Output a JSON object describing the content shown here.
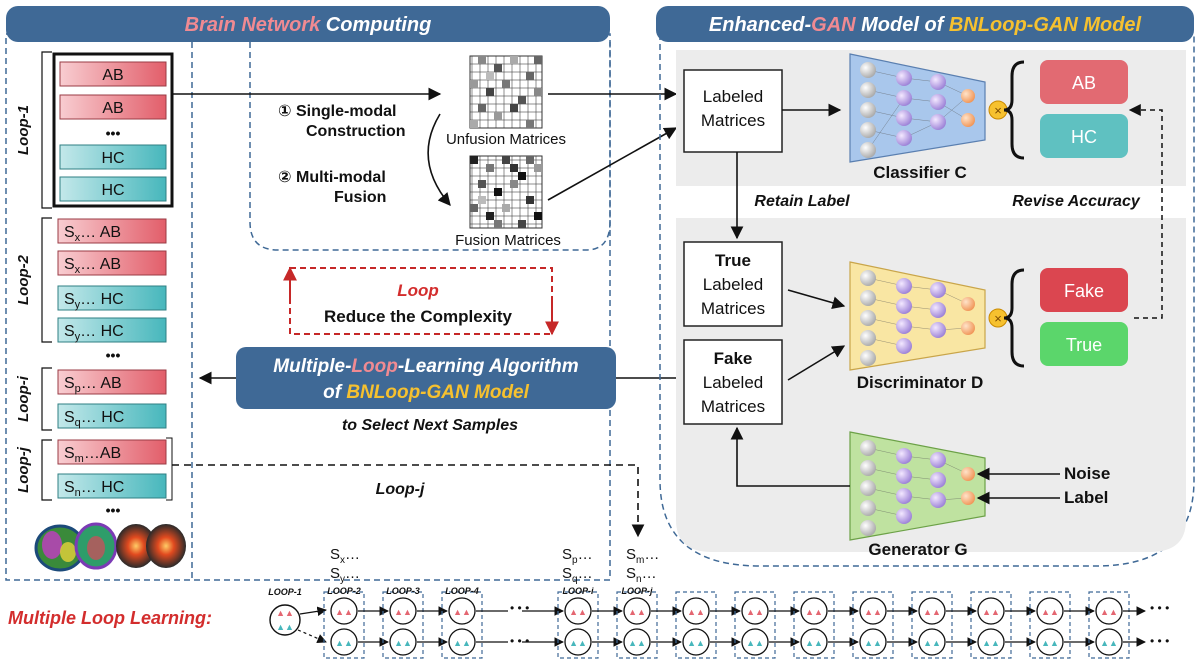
{
  "left_panel": {
    "title_part1": "Brain Network",
    "title_part2": " Computing",
    "loops": {
      "loop1": "Loop-1",
      "loop2": "Loop-2",
      "loopi": "Loop-i",
      "loopj": "Loop-j"
    },
    "samples": {
      "l1_ab1": "AB",
      "l1_ab2": "AB",
      "l1_hc1": "HC",
      "l1_hc2": "HC",
      "l2_sx1_prefix": "S",
      "l2_sx1_sub": "x",
      "l2_sx1_suffix": "… AB",
      "l2_sx2_prefix": "S",
      "l2_sx2_sub": "x",
      "l2_sx2_suffix": "… AB",
      "l2_sy1_prefix": "S",
      "l2_sy1_sub": "y",
      "l2_sy1_suffix": "… HC",
      "l2_sy2_prefix": "S",
      "l2_sy2_sub": "y",
      "l2_sy2_suffix": "… HC",
      "li_sp_prefix": "S",
      "li_sp_sub": "p",
      "li_sp_suffix": "… AB",
      "li_sq_prefix": "S",
      "li_sq_sub": "q",
      "li_sq_suffix": "… HC",
      "lj_sm_prefix": "S",
      "lj_sm_sub": "m",
      "lj_sm_suffix": "…AB",
      "lj_sn_prefix": "S",
      "lj_sn_sub": "n",
      "lj_sn_suffix": "… HC"
    },
    "ellipsis": "•••"
  },
  "construction": {
    "step1_line1": "① Single-modal",
    "step1_line2": "Construction",
    "step2_line1": "② Multi-modal",
    "step2_line2": "Fusion",
    "unfusion_label": "Unfusion Matrices",
    "fusion_label": "Fusion Matrices"
  },
  "loop_box": {
    "title": "Loop",
    "subtitle": "Reduce the Complexity"
  },
  "algorithm": {
    "line1_part1": "Multiple-",
    "line1_part2": "Loop",
    "line1_part3": "-Learning Algorithm",
    "line2_part1": "of ",
    "line2_part2": "BNLoop-GAN Model",
    "caption": "to Select Next Samples",
    "loopj_label": "Loop-j"
  },
  "right_panel": {
    "title_part1": "Enhanced-",
    "title_part2": "GAN",
    "title_part3": " Model of ",
    "title_part4": "BNLoop-GAN Model",
    "labeled_line1": "Labeled",
    "labeled_line2": "Matrices",
    "classifier": "Classifier C",
    "out_ab": "AB",
    "out_hc": "HC",
    "retain_label": "Retain Label",
    "revise_accuracy": "Revise Accuracy",
    "true_line1": "True",
    "true_line2": "Labeled",
    "true_line3": "Matrices",
    "fake_line1": "Fake",
    "fake_line2": "Labeled",
    "fake_line3": "Matrices",
    "discriminator": "Discriminator D",
    "out_fake": "Fake",
    "out_true": "True",
    "generator": "Generator G",
    "noise": "Noise",
    "label": "Label"
  },
  "timeline": {
    "title": "Multiple Loop Learning:",
    "nodes": [
      "LOOP-1",
      "LOOP-2",
      "LOOP-3",
      "LOOP-4",
      "LOOP-i",
      "LOOP-j"
    ],
    "s_above1_a_prefix": "S",
    "s_above1_a_sub": "x",
    "s_above1_a_suffix": "…",
    "s_above1_b_prefix": "S",
    "s_above1_b_sub": "y",
    "s_above1_b_suffix": "…",
    "s_above2_a_prefix": "S",
    "s_above2_a_sub": "p",
    "s_above2_a_suffix": "…",
    "s_above2_b_prefix": "S",
    "s_above2_b_sub": "q",
    "s_above2_b_suffix": "…",
    "s_above3_a_prefix": "S",
    "s_above3_a_sub": "m",
    "s_above3_a_suffix": "…",
    "s_above3_b_prefix": "S",
    "s_above3_b_sub": "n",
    "s_above3_b_suffix": "…",
    "dots": "• • •"
  },
  "colors": {
    "header_blue": "#3f6996",
    "pink_grad_start": "#f6c4c8",
    "pink_grad_end": "#e46671",
    "teal_grad_start": "#b9e3e6",
    "teal_grad_end": "#4fbcc0",
    "accent_red": "#d32d2d",
    "accent_yellow": "#f6c12f",
    "accent_pink_text": "#f08a92",
    "out_red": "#e26a72",
    "out_teal": "#5fc1c1",
    "fake_red": "#db4650",
    "true_green": "#5bd66b"
  }
}
